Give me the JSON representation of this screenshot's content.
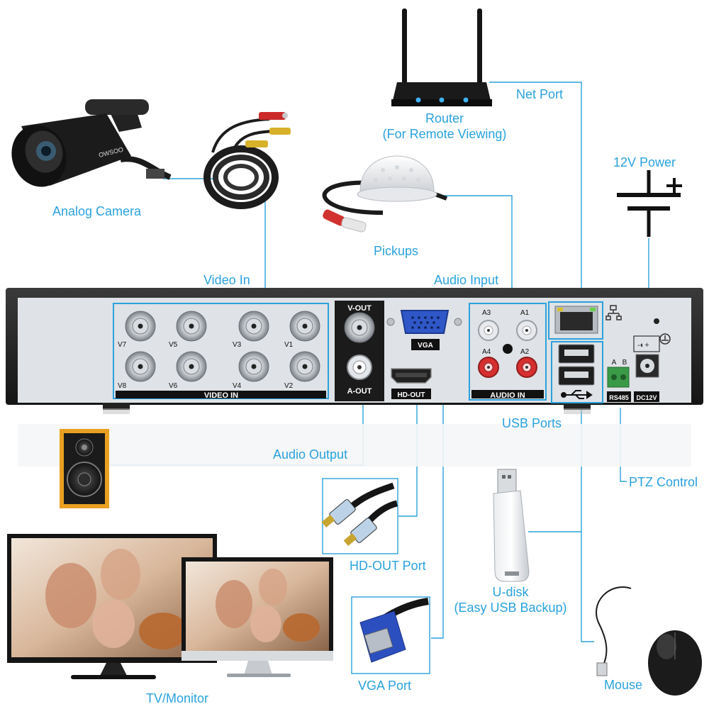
{
  "labels": {
    "router_line1": "Router",
    "router_line2": "(For Remote Viewing)",
    "net_port": "Net Port",
    "analog_camera": "Analog Camera",
    "twelve_v_power": "12V Power",
    "pickups": "Pickups",
    "video_in": "Video In",
    "audio_input": "Audio Input",
    "usb_ports": "USB Ports",
    "audio_output": "Audio Output",
    "ptz_control": "PTZ Control",
    "hd_out_port": "HD-OUT Port",
    "udisk_line1": "U-disk",
    "udisk_line2": "(Easy USB Backup)",
    "vga_port": "VGA Port",
    "tv_monitor": "TV/Monitor",
    "mouse": "Mouse"
  },
  "panel": {
    "video_in": "VIDEO IN",
    "v_out": "V-OUT",
    "a_out": "A-OUT",
    "vga": "VGA",
    "hd_out": "HD-OUT",
    "audio_in": "AUDIO IN",
    "rs485": "RS485",
    "dc12v": "DC12V",
    "a": "A",
    "b": "B",
    "ch": {
      "v7": "V7",
      "v5": "V5",
      "v3": "V3",
      "v1": "V1",
      "v8": "V8",
      "v6": "V6",
      "v4": "V4",
      "v2": "V2"
    },
    "audio_ch": {
      "a3": "A3",
      "a1": "A1",
      "a4": "A4",
      "a2": "A2"
    },
    "camera_brand": "OWSOO"
  },
  "colors": {
    "accent": "#2aa2dc",
    "panel": "#dfe2e6",
    "dark": "#1c1c1c",
    "red": "#d12b2b"
  }
}
